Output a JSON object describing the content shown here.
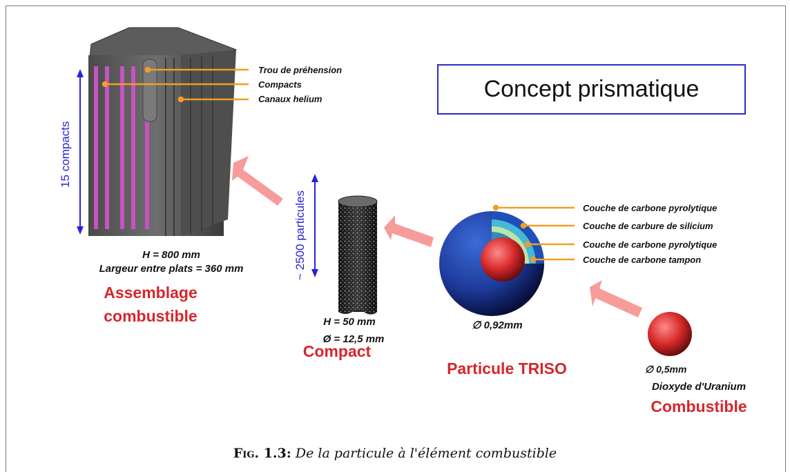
{
  "title": "Concept prismatique",
  "assembly": {
    "leader_labels": [
      "Trou de préhension",
      "Compacts",
      "Canaux helium"
    ],
    "height_label": "15 compacts",
    "dims": [
      "H = 800 mm",
      "Largeur entre plats = 360 mm"
    ],
    "name": [
      "Assemblage",
      "combustible"
    ]
  },
  "compact": {
    "height_label": "~ 2500 particules",
    "dims": [
      "H = 50 mm",
      "Ø = 12,5 mm"
    ],
    "name": "Compact"
  },
  "triso": {
    "layers": [
      "Couche de carbone pyrolytique",
      "Couche de carbure de silicium",
      "Couche de carbone pyrolytique",
      "Couche de carbone tampon"
    ],
    "diameter": "∅ 0,92mm",
    "name": "Particule TRISO"
  },
  "kernel": {
    "diameter": "∅ 0,5mm",
    "material": "Dioxyde d'Uranium",
    "name": "Combustible"
  },
  "caption": {
    "prefix": "Fig. 1.3:",
    "text": "De la particule à l'élément combustible"
  },
  "colors": {
    "leader": "#f0a020",
    "red_label": "#d6262c",
    "blue_dim": "#2424d6",
    "arrow": "#f47a7a"
  }
}
